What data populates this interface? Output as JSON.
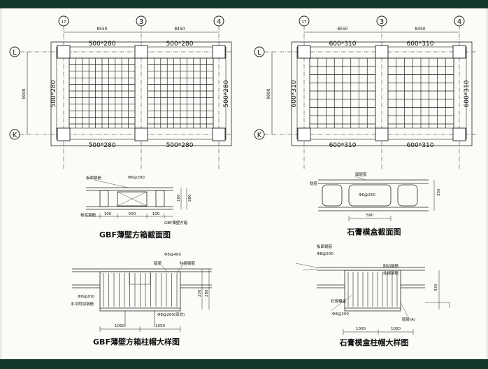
{
  "plan_left": {
    "axes_top": [
      "17",
      "3",
      "4"
    ],
    "axes_side": [
      "L",
      "K"
    ],
    "top_dims": [
      "8550",
      "8450"
    ],
    "side_dim": "9000",
    "beam_top": [
      "500*280",
      "500*280"
    ],
    "beam_bottom": [
      "500*280",
      "500*280"
    ],
    "beam_left": "500*280",
    "beam_right": "500*280"
  },
  "plan_right": {
    "axes_top": [
      "17",
      "3",
      "4"
    ],
    "axes_side": [
      "L",
      "K"
    ],
    "top_dims": [
      "8550",
      "8450"
    ],
    "side_dim": "9000",
    "beam_top": [
      "600*310",
      "600*310"
    ],
    "beam_bottom": [
      "600*310",
      "600*310"
    ],
    "beam_left": "600*310",
    "beam_right": "600*310"
  },
  "section_left": {
    "caption": "GBF薄壁方箱截面图",
    "note_top": "Φ6@300",
    "note_left": "板面钢筋",
    "note_left2": "板底钢筋",
    "note_right": "GBF薄壁方箱",
    "dims_bottom": [
      "100",
      "500",
      "100"
    ],
    "dims_right": [
      "160",
      "280"
    ]
  },
  "section_right": {
    "caption": "石膏模盒截面图",
    "note_top": "面层筋",
    "note_left": "肋筋",
    "note_mid": "Φ6@250",
    "dims_bottom": [
      "580"
    ],
    "dims_right": [
      "330"
    ]
  },
  "detail_left": {
    "caption": "GBF薄壁方箱柱帽大样图",
    "notes": [
      "Φ8@400",
      "暗梁",
      "柱帽钢筋",
      "Φ8@200",
      "水平附加钢筋",
      "Φ8@200(双向)"
    ],
    "dims_bottom": [
      "1050",
      "1050"
    ],
    "dims_right": [
      "250",
      "280"
    ]
  },
  "detail_right": {
    "caption": "石膏模盒柱帽大样图",
    "notes": [
      "板面钢筋",
      "Φ8@200",
      "附加钢筋",
      "柱帽钢筋",
      "石膏模盒",
      "Φ8@200",
      "暗梁(A)"
    ],
    "dims_bottom": [
      "1000",
      "1000"
    ],
    "dims_right": [
      "330"
    ]
  },
  "colors": {
    "frame_bar": "#123a2c",
    "ink": "#111111",
    "grid": "#222222"
  }
}
